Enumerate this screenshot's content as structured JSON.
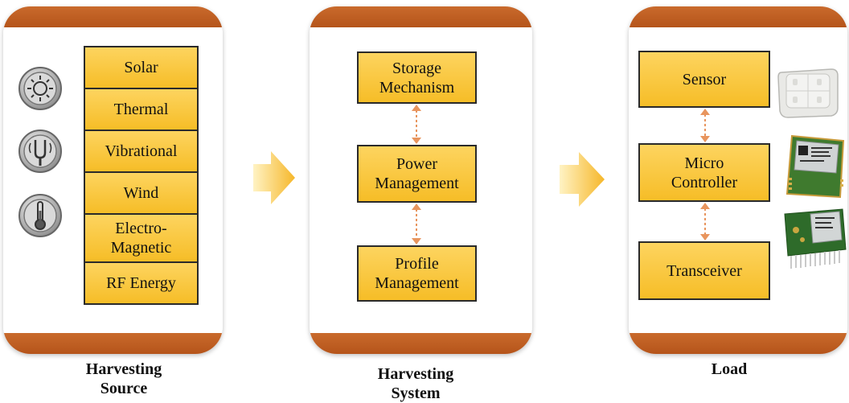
{
  "harvesting_source": {
    "items": [
      "Solar",
      "Thermal",
      "Vibrational",
      "Wind",
      "Electro-\nMagnetic",
      "RF Energy"
    ],
    "caption": "Harvesting\nSource",
    "icons": [
      "sun-icon",
      "tuning-fork-icon",
      "thermometer-icon"
    ]
  },
  "harvesting_system": {
    "items": [
      "Storage\nMechanism",
      "Power\nManagement",
      "Profile\nManagement"
    ],
    "caption": "Harvesting\nSystem"
  },
  "load": {
    "items": [
      "Sensor",
      "Micro\nController",
      "Transceiver"
    ],
    "caption": "Load",
    "devices": [
      "sensor-device-image",
      "microcontroller-module-image",
      "transceiver-module-image"
    ]
  },
  "colors": {
    "panel_cap": "#b9581d",
    "box_fill": "#f9c93f",
    "box_border": "#2a2a2a",
    "connector": "#e8955e",
    "flow_arrow": "#f9c548"
  }
}
